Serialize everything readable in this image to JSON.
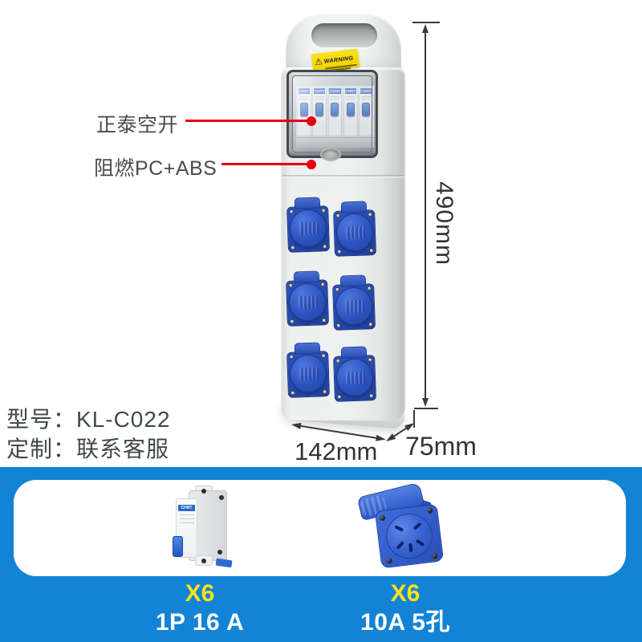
{
  "product": {
    "warning_label": "WARNING",
    "breaker_brand": "CHNT",
    "annotations": [
      {
        "text": "正泰空开"
      },
      {
        "text": "阻燃PC+ABS"
      }
    ],
    "dimensions": {
      "height": "490mm",
      "width": "142mm",
      "depth": "75mm"
    },
    "info_rows": [
      {
        "label": "型号：",
        "value": "KL-C022"
      },
      {
        "label": "定制：",
        "value": "联系客服"
      }
    ]
  },
  "included_parts": {
    "items": [
      {
        "name": "miniature-circuit-breaker",
        "quantity": "X6",
        "spec": "1P 16 A"
      },
      {
        "name": "industrial-socket",
        "quantity": "X6",
        "spec": "10A 5孔"
      }
    ]
  },
  "colors": {
    "panel_blue": "#1383d6",
    "accent_red": "#e60012",
    "qty_yellow": "#ffe412",
    "socket_blue": "#2f58c6",
    "warning_yellow": "#f6d906",
    "enclosure_gray": "#e9edeb",
    "dim_text": "#333333",
    "info_text": "#3e4a47"
  }
}
